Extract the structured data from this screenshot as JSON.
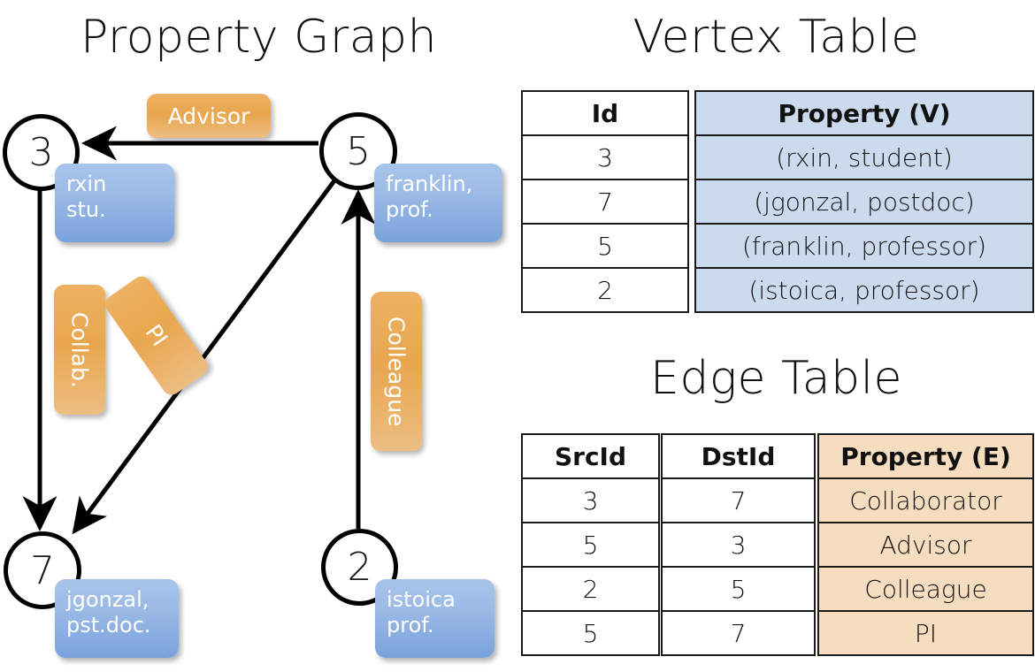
{
  "titles": {
    "graph": "Property Graph",
    "vertex_table": "Vertex Table",
    "edge_table": "Edge Table"
  },
  "graph": {
    "nodes": [
      {
        "id": "3",
        "property_lines": [
          "rxin",
          "stu."
        ]
      },
      {
        "id": "5",
        "property_lines": [
          "franklin,",
          "prof."
        ]
      },
      {
        "id": "7",
        "property_lines": [
          "jgonzal,",
          "pst.doc."
        ]
      },
      {
        "id": "2",
        "property_lines": [
          "istoica",
          "prof."
        ]
      }
    ],
    "edge_labels": [
      {
        "text": "Advisor",
        "from": "5",
        "to": "3"
      },
      {
        "text": "Collab.",
        "from": "3",
        "to": "7"
      },
      {
        "text": "PI",
        "from": "5",
        "to": "7"
      },
      {
        "text": "Colleague",
        "from": "2",
        "to": "5"
      }
    ]
  },
  "vertex_table": {
    "headers": [
      "Id",
      "Property (V)"
    ],
    "rows": [
      {
        "id": "3",
        "property": "(rxin, student)"
      },
      {
        "id": "7",
        "property": "(jgonzal, postdoc)"
      },
      {
        "id": "5",
        "property": "(franklin, professor)"
      },
      {
        "id": "2",
        "property": "(istoica, professor)"
      }
    ]
  },
  "edge_table": {
    "headers": [
      "SrcId",
      "DstId",
      "Property (E)"
    ],
    "rows": [
      {
        "src": "3",
        "dst": "7",
        "property": "Collaborator"
      },
      {
        "src": "5",
        "dst": "3",
        "property": "Advisor"
      },
      {
        "src": "2",
        "dst": "5",
        "property": "Colleague"
      },
      {
        "src": "5",
        "dst": "7",
        "property": "PI"
      }
    ]
  },
  "colors": {
    "vertex_property_fill": "#ccdaee",
    "edge_property_fill": "#f6ddc0",
    "node_box_blue": "#9dbbe6",
    "edge_label_orange": "#e8a64e",
    "stroke": "#000000",
    "background": "#ffffff"
  }
}
